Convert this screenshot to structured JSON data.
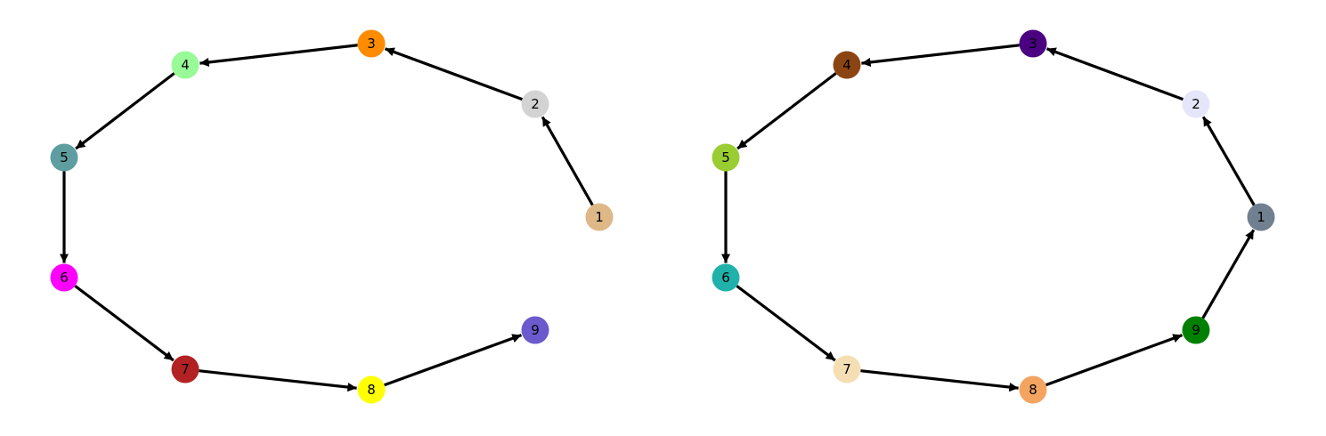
{
  "graphs": [
    {
      "name": "left",
      "nodes": [
        {
          "id": "1",
          "label": "1",
          "color": "#DEB887"
        },
        {
          "id": "2",
          "label": "2",
          "color": "#D3D3D3"
        },
        {
          "id": "3",
          "label": "3",
          "color": "#FF8C00"
        },
        {
          "id": "4",
          "label": "4",
          "color": "#98FB98"
        },
        {
          "id": "5",
          "label": "5",
          "color": "#5F9EA0"
        },
        {
          "id": "6",
          "label": "6",
          "color": "#FF00FF"
        },
        {
          "id": "7",
          "label": "7",
          "color": "#B22222"
        },
        {
          "id": "8",
          "label": "8",
          "color": "#FFFF00"
        },
        {
          "id": "9",
          "label": "9",
          "color": "#6A5ACD"
        }
      ],
      "edges": [
        {
          "from": "1",
          "to": "2"
        },
        {
          "from": "2",
          "to": "3"
        },
        {
          "from": "3",
          "to": "4"
        },
        {
          "from": "4",
          "to": "5"
        },
        {
          "from": "5",
          "to": "6"
        },
        {
          "from": "6",
          "to": "7"
        },
        {
          "from": "7",
          "to": "8"
        },
        {
          "from": "8",
          "to": "9"
        }
      ]
    },
    {
      "name": "right",
      "nodes": [
        {
          "id": "1",
          "label": "1",
          "color": "#708090"
        },
        {
          "id": "2",
          "label": "2",
          "color": "#E6E6FA"
        },
        {
          "id": "3",
          "label": "3",
          "color": "#4B0082"
        },
        {
          "id": "4",
          "label": "4",
          "color": "#8B4513"
        },
        {
          "id": "5",
          "label": "5",
          "color": "#9ACD32"
        },
        {
          "id": "6",
          "label": "6",
          "color": "#20B2AA"
        },
        {
          "id": "7",
          "label": "7",
          "color": "#F5DEB3"
        },
        {
          "id": "8",
          "label": "8",
          "color": "#F4A460"
        },
        {
          "id": "9",
          "label": "9",
          "color": "#008000"
        }
      ],
      "edges": [
        {
          "from": "1",
          "to": "2"
        },
        {
          "from": "2",
          "to": "3"
        },
        {
          "from": "3",
          "to": "4"
        },
        {
          "from": "4",
          "to": "5"
        },
        {
          "from": "5",
          "to": "6"
        },
        {
          "from": "6",
          "to": "7"
        },
        {
          "from": "7",
          "to": "8"
        },
        {
          "from": "8",
          "to": "9"
        },
        {
          "from": "9",
          "to": "1"
        }
      ]
    }
  ]
}
